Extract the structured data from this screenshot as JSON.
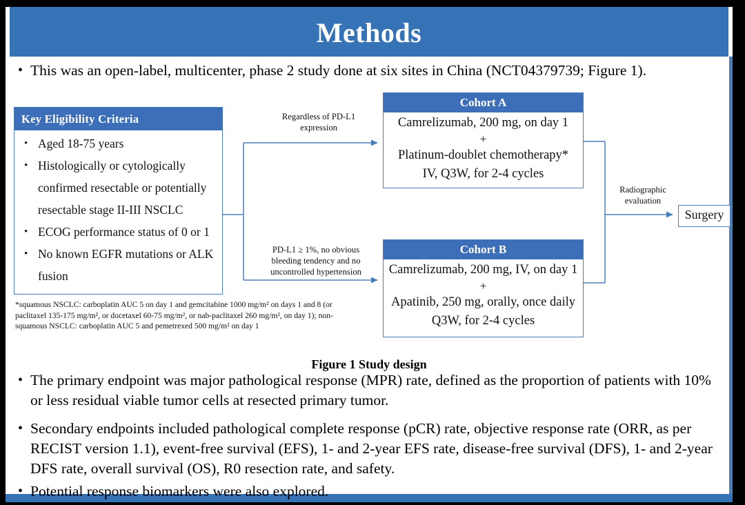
{
  "slide": {
    "title": "Methods",
    "accent_blue": "#3572B6",
    "box_border_blue": "#4A7EBB",
    "header_blue": "#3D6FB8",
    "frame_black": "#000000",
    "background": "#ffffff"
  },
  "bullets": {
    "intro": "This was an open-label, multicenter, phase 2 study done at six sites in China (NCT04379739; Figure 1).",
    "primary": "The primary endpoint was major pathological response (MPR) rate, defined as the proportion of patients with 10% or less residual viable tumor cells at resected primary tumor.",
    "secondary": "Secondary endpoints included pathological complete response (pCR) rate, objective response rate (ORR, as per RECIST version 1.1), event-free survival (EFS), 1- and 2-year EFS rate, disease-free survival (DFS), 1- and 2-year DFS rate, overall survival (OS), R0 resection rate, and safety.",
    "biomarker": "Potential response biomarkers were also explored.",
    "marker": "•"
  },
  "figure": {
    "caption": "Figure 1 Study design",
    "eligibility": {
      "header": "Key  Eligibility Criteria",
      "marker": "•",
      "items": [
        "Aged 18-75 years",
        "Histologically or cytologically confirmed resectable or potentially resectable stage II-III  NSCLC",
        "ECOG performance status of 0 or 1",
        "No known EGFR mutations or ALK fusion"
      ]
    },
    "footnote": {
      "line1": "*squamous NSCLC: carboplatin AUC 5 on day 1 and gemcitabine 1000 mg/m² on days 1 and 8 (or",
      "line2": "paclitaxel 135-175 mg/m², or docetaxel 60-75 mg/m², or nab-paclitaxel 260 mg/m², on day 1); non-",
      "line3": "squamous NSCLC: carboplatin AUC 5 and pemetrexed 500 mg/m² on day 1"
    },
    "cohort_a": {
      "header": "Cohort A",
      "line1": "Camrelizumab, 200 mg, on day 1",
      "plus": "+",
      "line2": "Platinum-doublet chemotherapy*",
      "line3": "IV, Q3W, for 2-4 cycles"
    },
    "cohort_b": {
      "header": "Cohort B",
      "line1": "Camrelizumab, 200 mg, IV, on day 1",
      "plus": "+",
      "line2": "Apatinib, 250 mg, orally, once daily",
      "line3": "Q3W, for 2-4 cycles"
    },
    "surgery": {
      "label": "Surgery"
    },
    "connector_labels": {
      "regardless_line1": "Regardless of PD-L1",
      "regardless_line2": "expression",
      "pdl1_line1": "PD-L1 ≥ 1%, no obvious",
      "pdl1_line2": "bleeding tendency and no",
      "pdl1_line3": "uncontrolled hypertension",
      "radiographic_line1": "Radiographic",
      "radiographic_line2": "evaluation"
    }
  }
}
